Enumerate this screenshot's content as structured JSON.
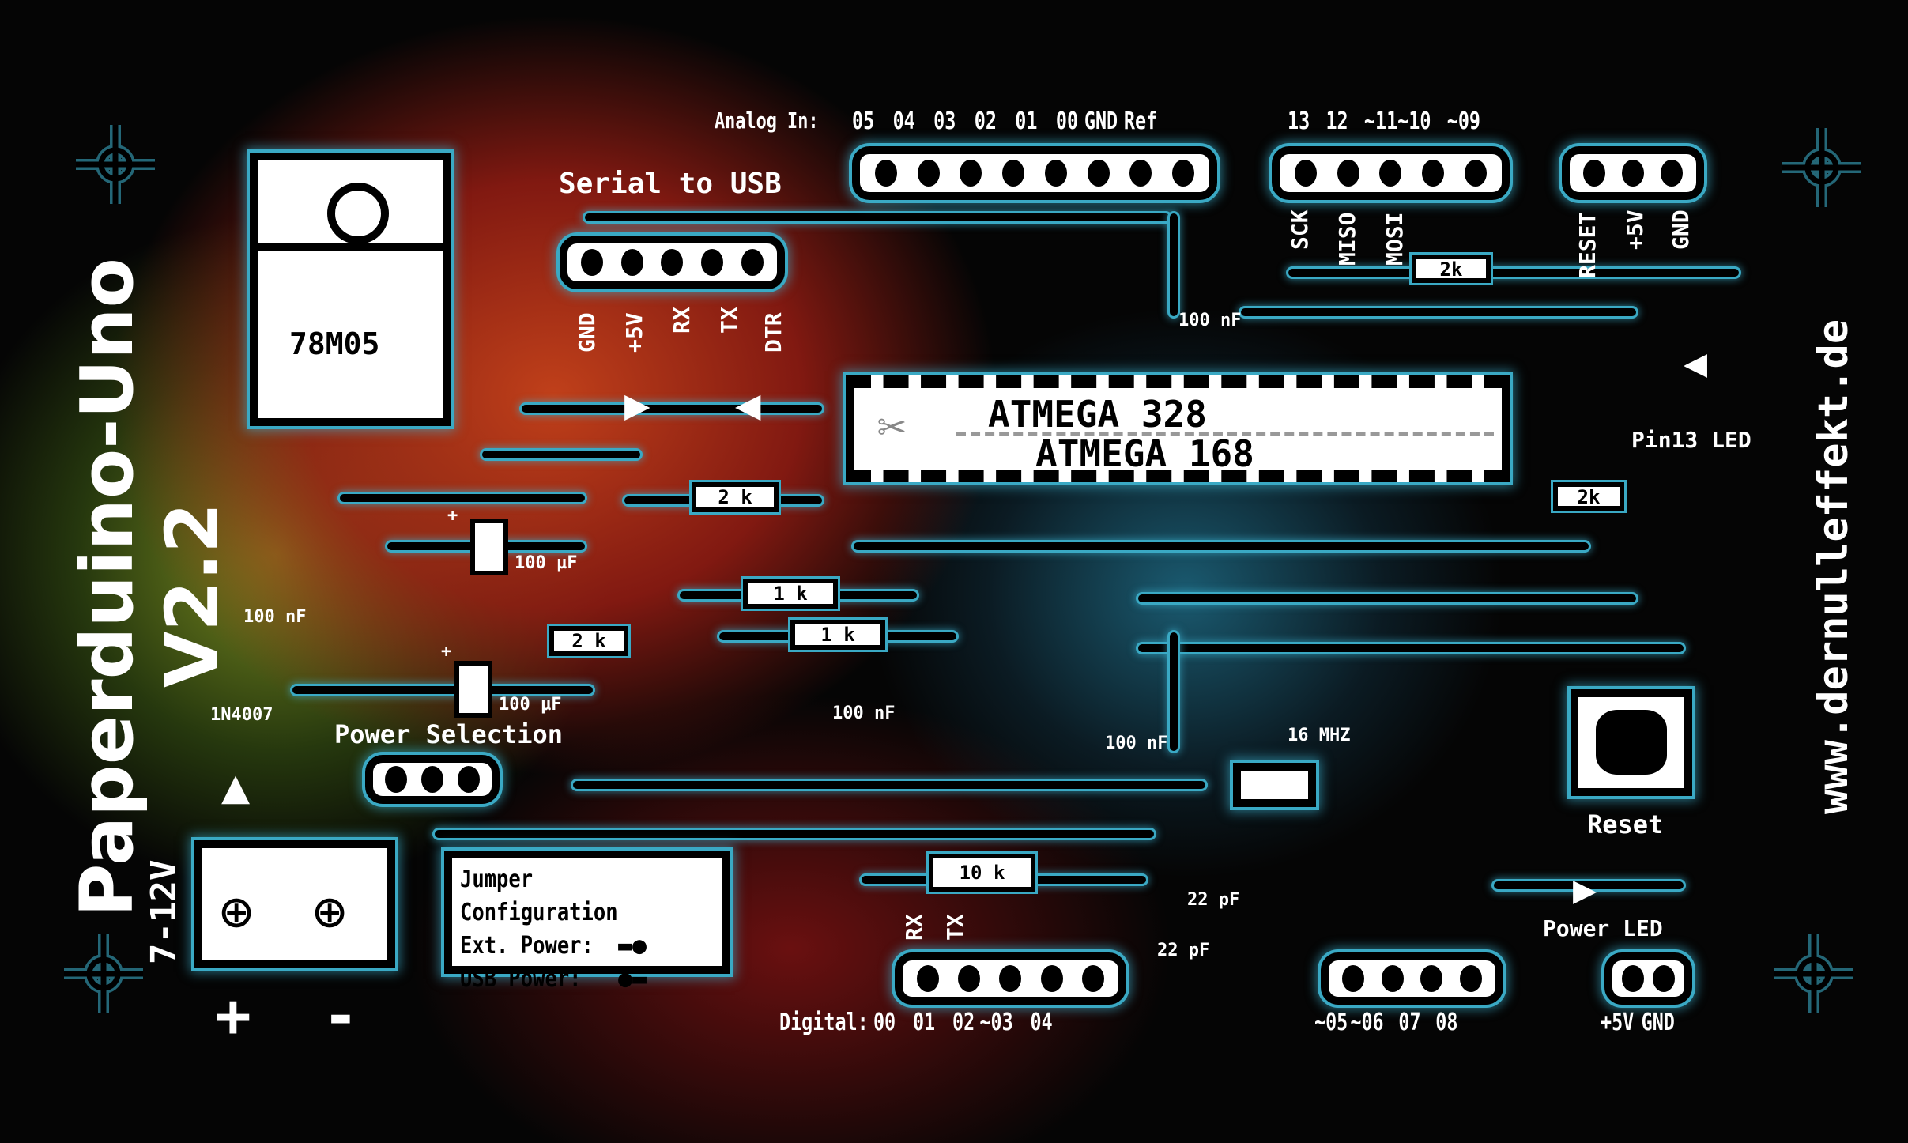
{
  "title": {
    "name": "Paperduino-Uno",
    "version": "V2.2",
    "website": "www.dernulleffekt.de"
  },
  "analog_header": {
    "label": "Analog In:",
    "pins": [
      "05",
      "04",
      "03",
      "02",
      "01",
      "00",
      "GND",
      "Ref"
    ]
  },
  "digital_top_header": {
    "pins": [
      "13",
      "12",
      "~11",
      "~10",
      "~09"
    ],
    "spi_labels": [
      "SCK",
      "MISO",
      "MOSI"
    ]
  },
  "icsp_header": {
    "labels": [
      "RESET",
      "+5V",
      "GND"
    ]
  },
  "serial": {
    "title": "Serial to USB",
    "pins": [
      "GND",
      "+5V",
      "RX",
      "TX",
      "DTR"
    ]
  },
  "regulator": {
    "label": "78M05"
  },
  "chip": {
    "line1": "ATMEGA 328",
    "line2": "ATMEGA 168"
  },
  "power": {
    "voltage": "7-12V",
    "plus": "+",
    "minus": "-",
    "diode": "1N4007",
    "selection": "Power Selection"
  },
  "jumper": {
    "title": "Jumper Configuration",
    "ext": "Ext. Power:",
    "usb": "USB Power:"
  },
  "components": {
    "c1": "100 nF",
    "c2": "100 µF",
    "c3": "100 nF",
    "c4": "100 µF",
    "c5": "100 nF",
    "c6": "100 nF",
    "crystal": "16 MHZ",
    "c7": "22 pF",
    "c8": "22 pF",
    "r1": "2 k",
    "r2": "2 k",
    "r3": "2k",
    "r4": "2k",
    "r5": "1 k",
    "r6": "1 k",
    "r7": "10 k",
    "cap_plus": "+"
  },
  "leds": {
    "pin13": "Pin13 LED",
    "power": "Power LED"
  },
  "reset": {
    "label": "Reset"
  },
  "digital_header": {
    "label": "Digital:",
    "pins_a": [
      "00",
      "01",
      "02",
      "~03",
      "04"
    ],
    "serial_labels": [
      "RX",
      "TX"
    ],
    "pins_b": [
      "~05",
      "~06",
      "07",
      "08"
    ],
    "power_pins": [
      "+5V",
      "GND"
    ]
  }
}
